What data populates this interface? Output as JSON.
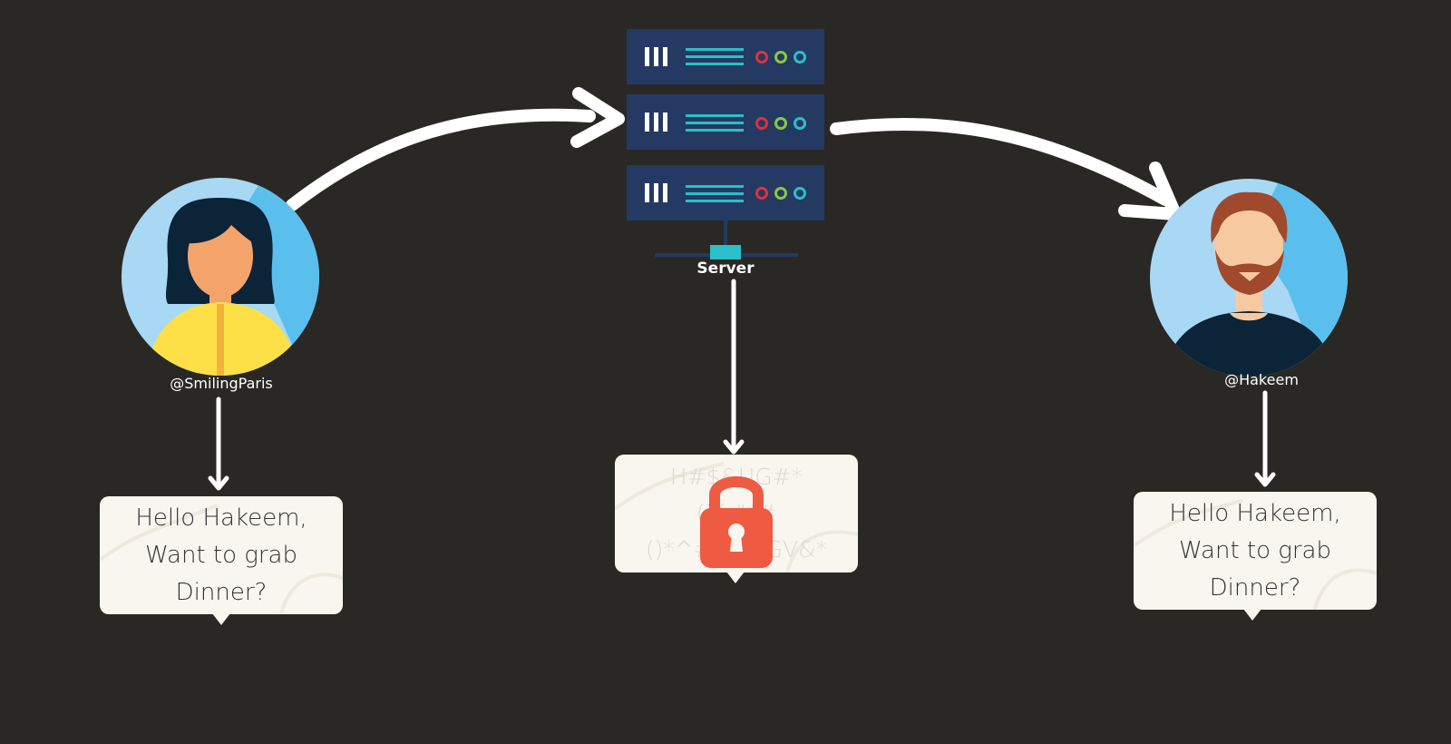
{
  "server": {
    "label": "Server"
  },
  "sender": {
    "handle": "@SmilingParis",
    "message": "Hello Hakeem, Want to grab Dinner?"
  },
  "receiver": {
    "handle": "@Hakeem",
    "message": "Hello Hakeem, Want to grab Dinner?"
  },
  "encrypted": {
    "line1": "H#$&UG#*",
    "line2": "(){:\"*#",
    "line3": "()*^##$^GV&*"
  },
  "colors": {
    "background": "#2a2824",
    "server_unit": "#243a63",
    "server_line": "#2bbfc8",
    "led_red": "#e0303c",
    "led_green": "#8cc63f",
    "led_cyan": "#2bbfc8",
    "bubble": "#f8f6ef",
    "lock": "#ee5a42",
    "avatar_bg": "#a9d8f5"
  }
}
